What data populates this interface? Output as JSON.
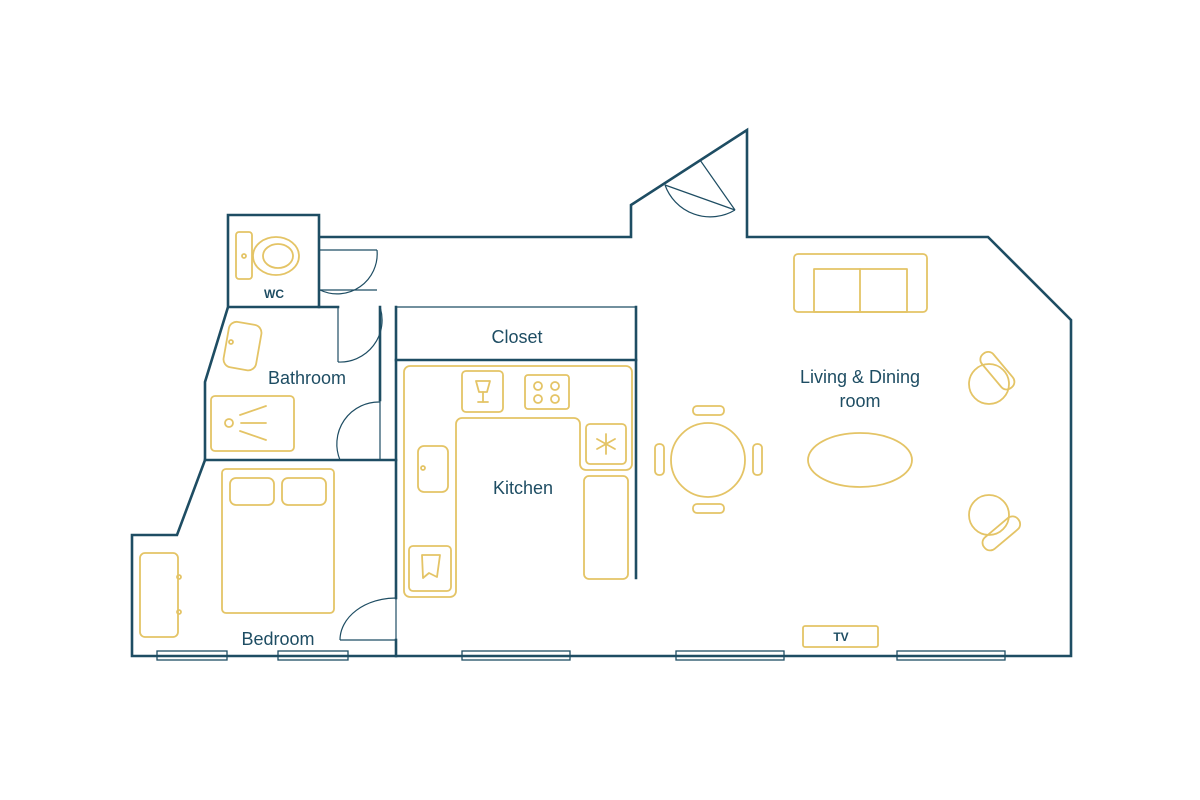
{
  "colors": {
    "wall": "#1e4d63",
    "furniture": "#e4c466",
    "background": "#ffffff"
  },
  "rooms": {
    "wc": "WC",
    "bathroom": "Bathroom",
    "bedroom": "Bedroom",
    "closet": "Closet",
    "kitchen": "Kitchen",
    "living_line1": "Living & Dining",
    "living_line2": "room"
  },
  "fixtures": {
    "tv": "TV"
  }
}
